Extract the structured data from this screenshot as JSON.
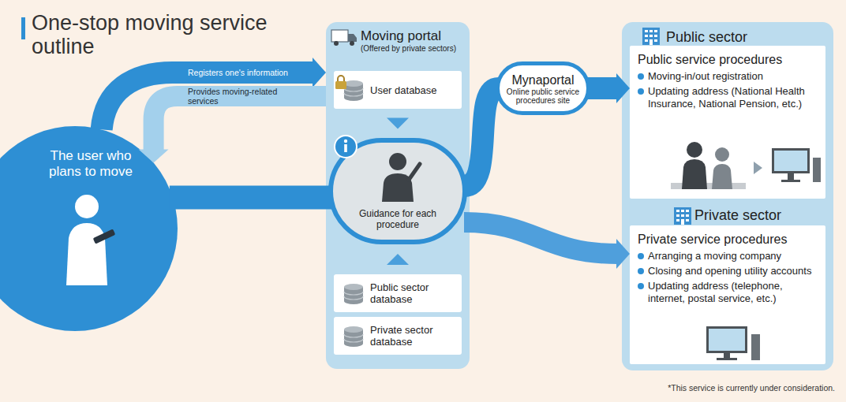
{
  "diagram": {
    "title": "One-stop moving service outline",
    "nodes": [
      {
        "text": [
          "The user who plans to move"
        ]
      },
      {
        "text": [
          "Moving portal",
          "(Offered by private sectors)"
        ]
      },
      {
        "text": [
          "User database"
        ],
        "in": 1
      },
      {
        "text": [
          "Guidance for each procedure"
        ],
        "in": 1
      },
      {
        "text": [
          "Public sector database"
        ],
        "in": 1
      },
      {
        "text": [
          "Private sector database"
        ],
        "in": 1
      },
      {
        "text": [
          "Mynaportal",
          "Online public service procedures site"
        ]
      },
      {
        "text": [
          "Public sector"
        ]
      },
      {
        "text": [
          "Public service procedures",
          "Moving-in/out registration",
          "Updating address (National Health Insurance, National Pension, etc.)"
        ],
        "in": 7
      },
      {
        "text": [
          "Private sector"
        ]
      },
      {
        "text": [
          "Private service procedures",
          "Arranging a moving company",
          "Closing and opening utility accounts",
          "Updating address (telephone, internet, postal service, etc.)"
        ],
        "in": 9
      }
    ],
    "edges": [
      {
        "from": 0,
        "to": 1,
        "label": "Registers one's information",
        "arrow": "to"
      },
      {
        "from": 1,
        "to": 0,
        "label": "Provides moving-related services",
        "arrow": "to"
      },
      {
        "from": 2,
        "to": 3,
        "arrow": "to"
      },
      {
        "from": 4,
        "to": 3,
        "arrow": "to"
      },
      {
        "from": 0,
        "to": 3,
        "arrow": "none"
      },
      {
        "from": 3,
        "to": 6,
        "arrow": "none"
      },
      {
        "from": 6,
        "to": 8,
        "arrow": "to"
      },
      {
        "from": 3,
        "to": 10,
        "arrow": "to"
      }
    ],
    "labels": [
      "*This service is currently under consideration."
    ]
  }
}
